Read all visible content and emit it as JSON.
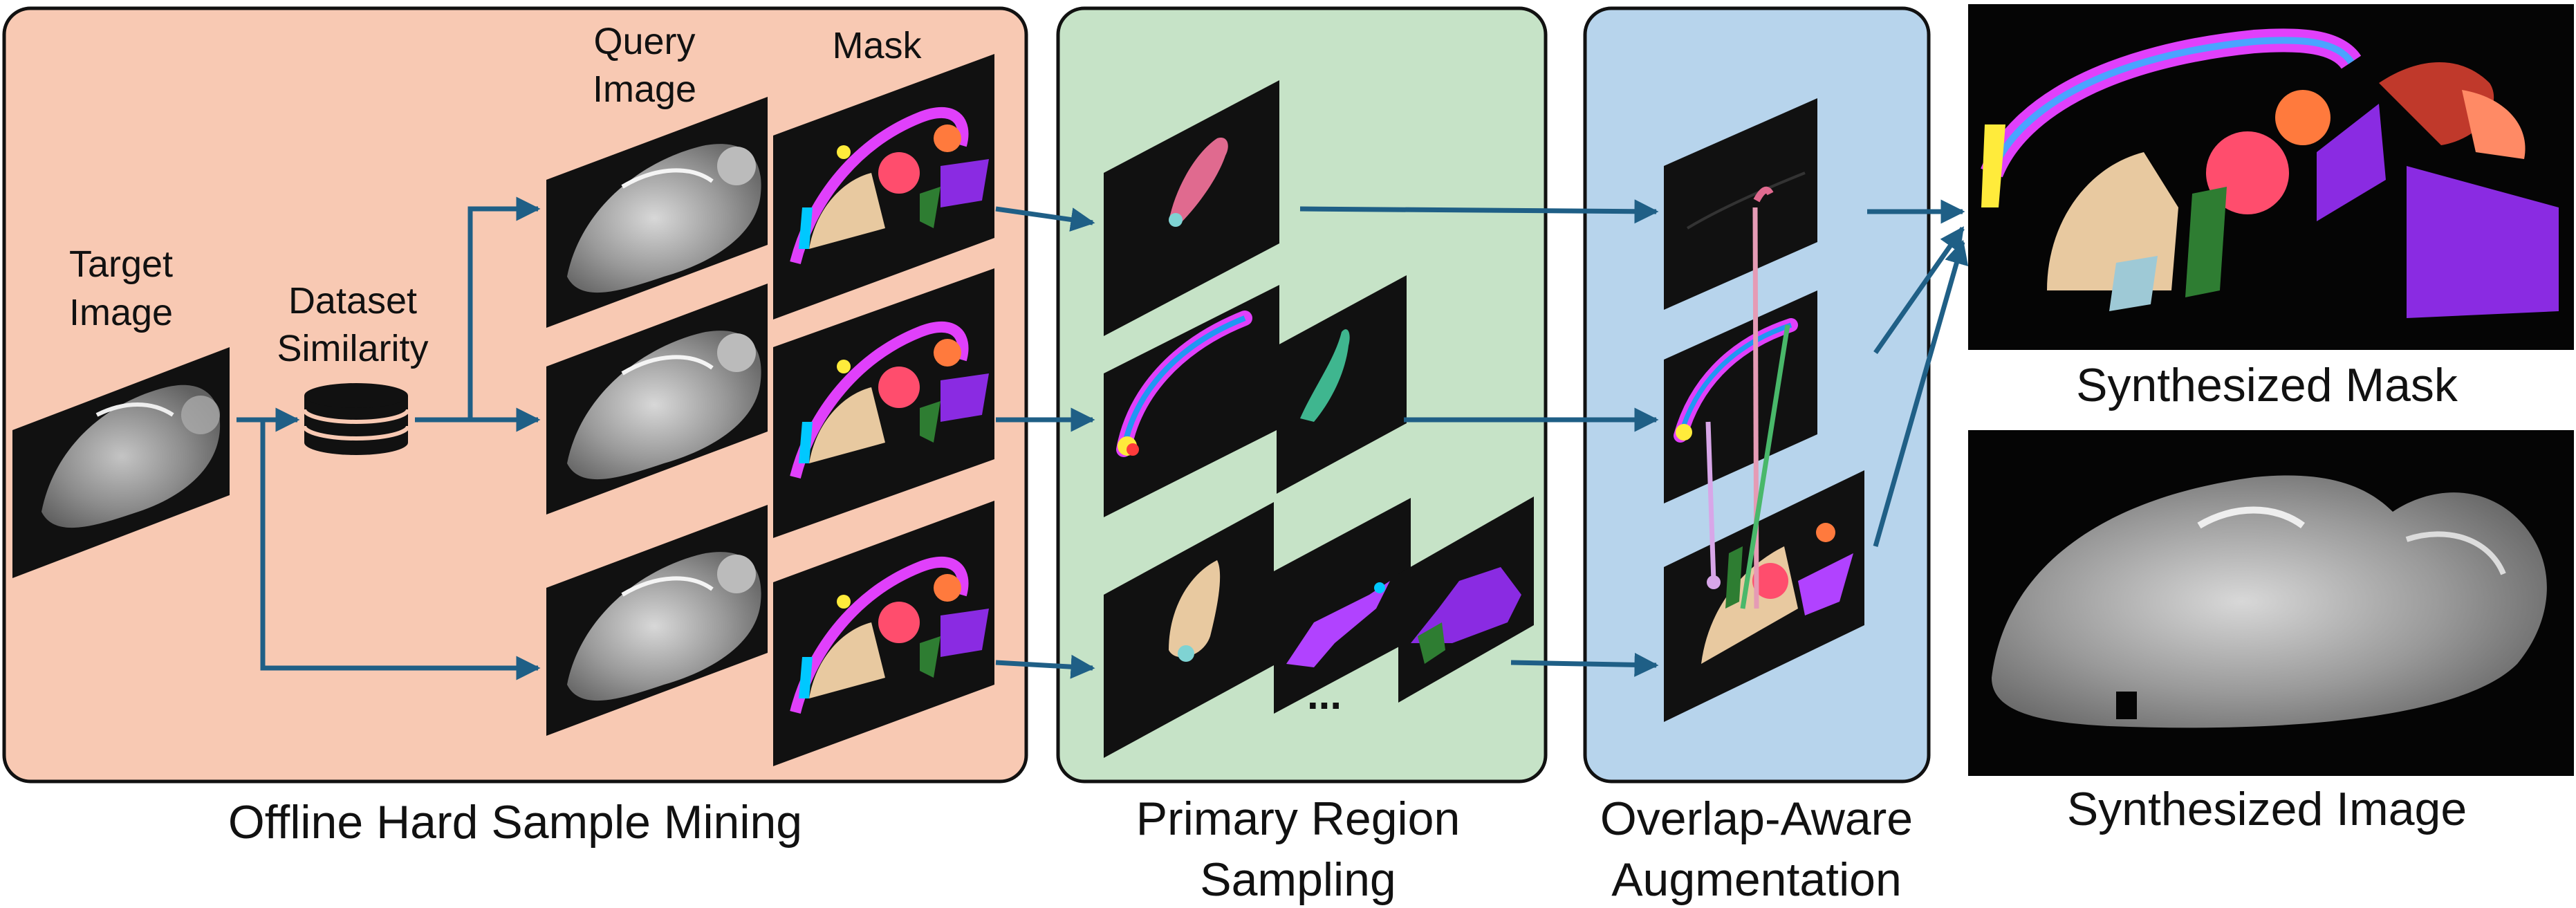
{
  "panels": {
    "mining": {
      "title": "Offline Hard Sample Mining",
      "target_label_1": "Target",
      "target_label_2": "Image",
      "dataset_label_1": "Dataset",
      "dataset_label_2": "Similarity",
      "query_label_1": "Query",
      "query_label_2": "Image",
      "mask_label": "Mask"
    },
    "sampling": {
      "title_1": "Primary Region",
      "title_2": "Sampling",
      "ellipsis": "..."
    },
    "augmentation": {
      "title_1": "Overlap-Aware",
      "title_2": "Augmentation"
    }
  },
  "outputs": {
    "mask_label": "Synthesized Mask",
    "image_label": "Synthesized Image"
  },
  "colors": {
    "mining_fill": "#f8c9b3",
    "sampling_fill": "#c6e3c7",
    "augmentation_fill": "#b7d4ec",
    "arrow": "#1f5f86"
  }
}
